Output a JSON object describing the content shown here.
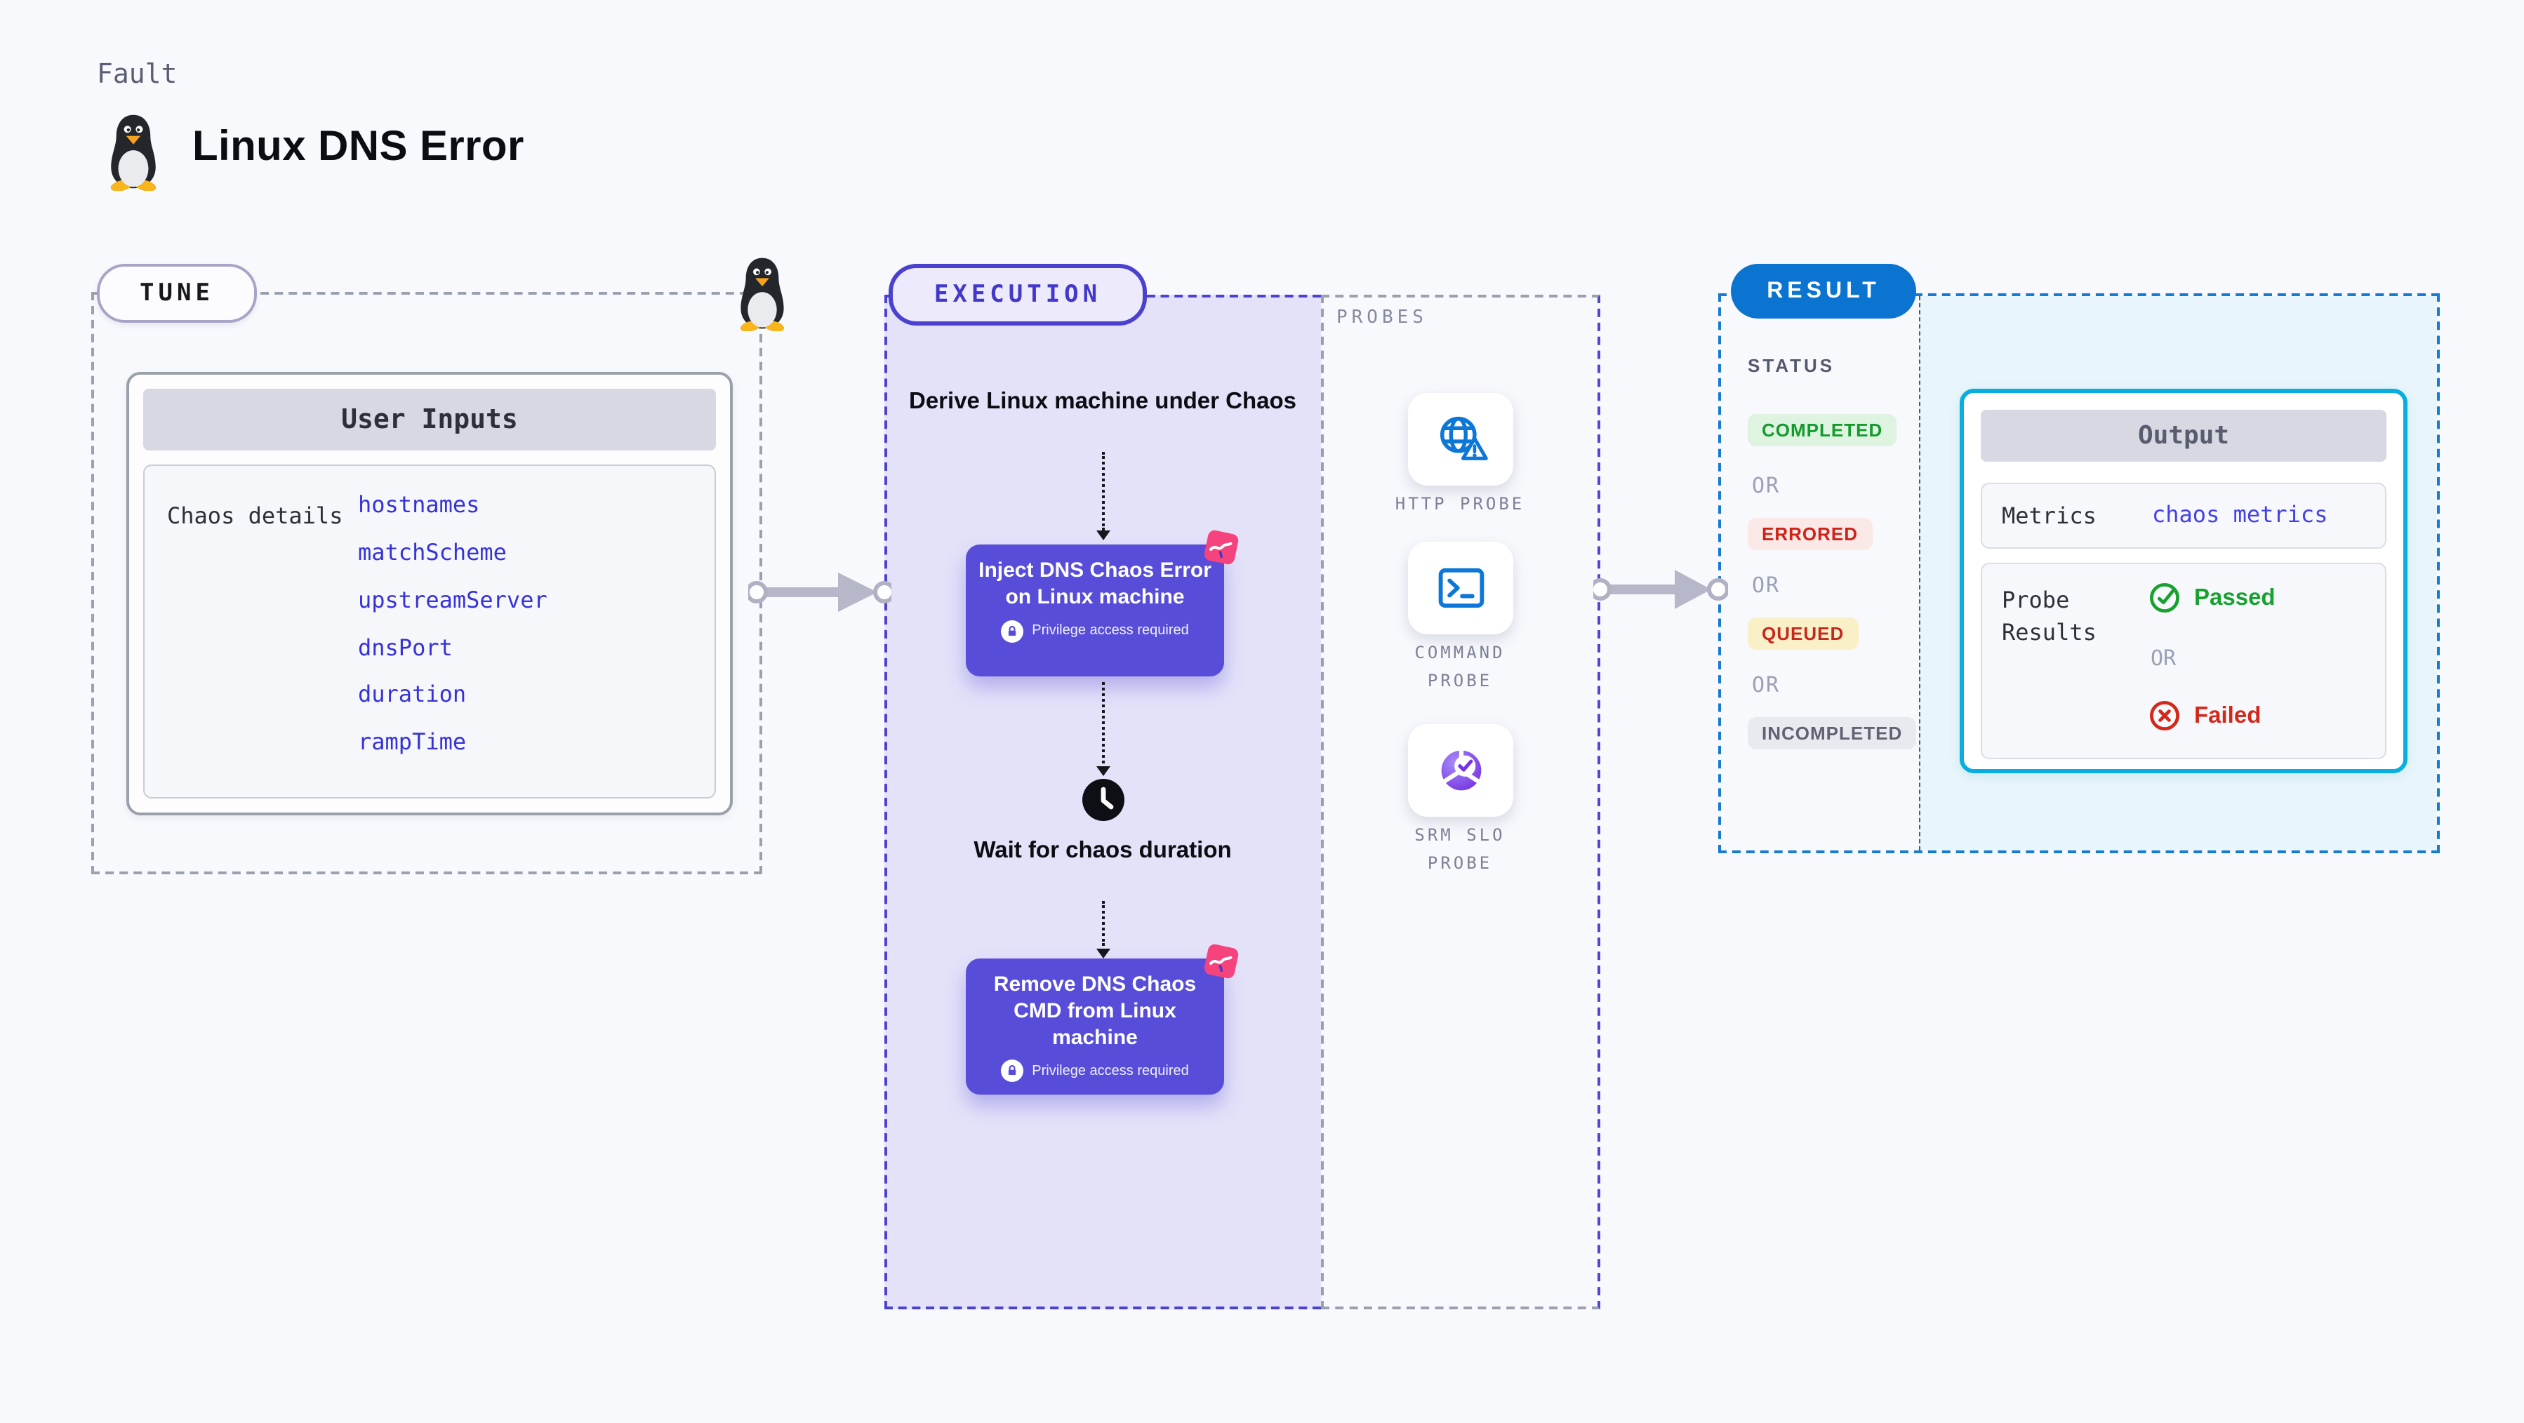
{
  "header": {
    "kicker": "Fault",
    "title": "Linux DNS Error"
  },
  "tune": {
    "badge": "TUNE",
    "user_inputs": {
      "title": "User Inputs",
      "row_label": "Chaos details",
      "params": [
        "hostnames",
        "matchScheme",
        "upstreamServer",
        "dnsPort",
        "duration",
        "rampTime"
      ]
    }
  },
  "execution": {
    "badge": "EXECUTION",
    "steps": {
      "derive": "Derive Linux machine under Chaos",
      "inject": "Inject DNS Chaos Error on Linux machine",
      "wait": "Wait for chaos duration",
      "remove": "Remove DNS Chaos CMD from Linux machine"
    },
    "privilege_note": "Privilege access required"
  },
  "probes": {
    "label": "PROBES",
    "items": [
      {
        "label": "HTTP PROBE",
        "icon": "globe-alert-icon"
      },
      {
        "label": "COMMAND PROBE",
        "icon": "terminal-icon"
      },
      {
        "label": "SRM SLO PROBE",
        "icon": "slo-donut-check-icon"
      }
    ]
  },
  "result": {
    "badge": "RESULT",
    "status_label": "STATUS",
    "or_label": "OR",
    "statuses": [
      {
        "label": "COMPLETED",
        "kind": "success"
      },
      {
        "label": "ERRORED",
        "kind": "error"
      },
      {
        "label": "QUEUED",
        "kind": "warning"
      },
      {
        "label": "INCOMPLETED",
        "kind": "neutral"
      }
    ],
    "output": {
      "title": "Output",
      "metrics_label": "Metrics",
      "metrics_value": "chaos metrics",
      "probe_results_label": "Probe Results",
      "passed_label": "Passed",
      "or_label": "OR",
      "failed_label": "Failed"
    }
  },
  "colors": {
    "background": "#f8f9fd",
    "indigo_border": "#4a42cf",
    "execution_fill": "#e4e2f9",
    "step_card": "#574dd8",
    "pink_badge": "#f5437e",
    "result_blue": "#0b73d0",
    "cyan_border": "#0aaede",
    "cyan_fill": "#e8f6fb",
    "success_green": "#149b2e",
    "error_red": "#d2291c",
    "probe_icon_blue": "#0d77d8"
  }
}
